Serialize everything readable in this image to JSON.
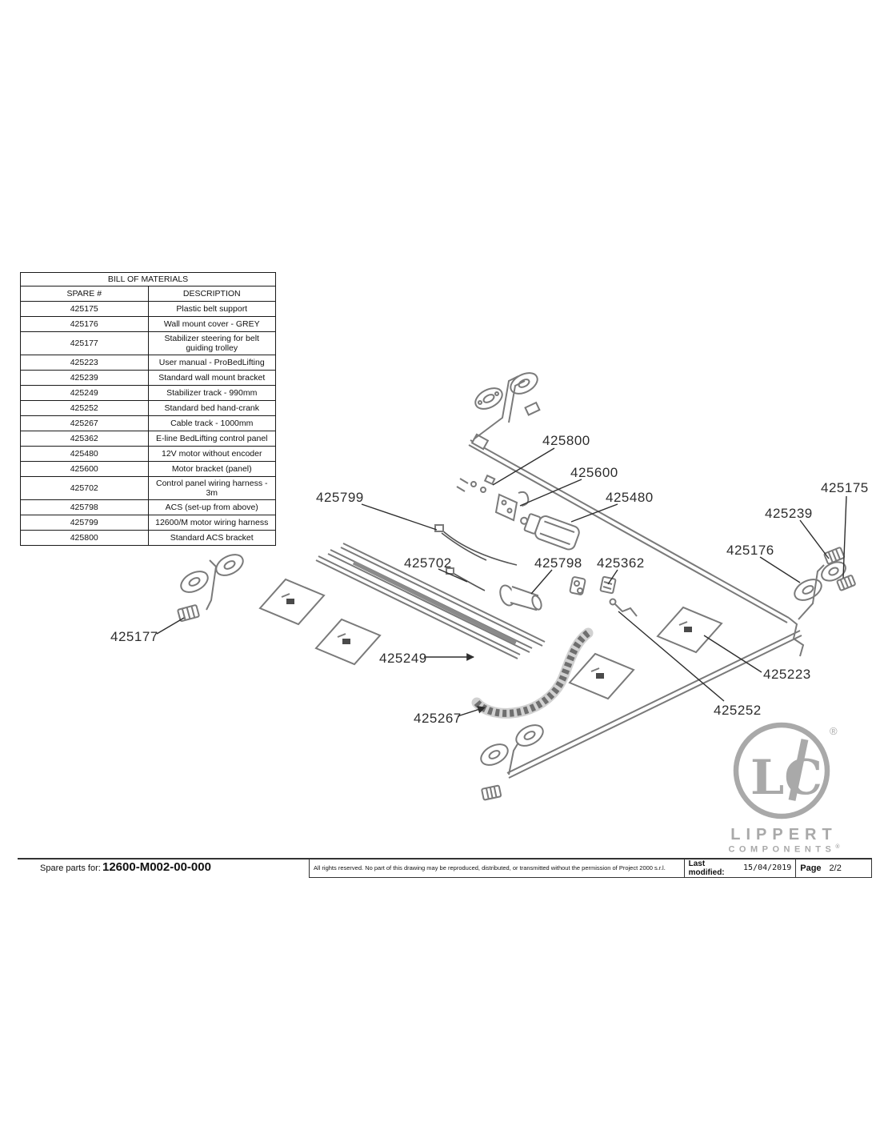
{
  "bom": {
    "title": "BILL OF MATERIALS",
    "headers": {
      "spare": "SPARE #",
      "desc": "DESCRIPTION"
    },
    "rows": [
      {
        "spare": "425175",
        "desc": "Plastic belt support"
      },
      {
        "spare": "425176",
        "desc": "Wall mount cover - GREY"
      },
      {
        "spare": "425177",
        "desc": "Stabilizer steering for belt guiding trolley"
      },
      {
        "spare": "425223",
        "desc": "User manual - ProBedLifting"
      },
      {
        "spare": "425239",
        "desc": "Standard wall mount bracket"
      },
      {
        "spare": "425249",
        "desc": "Stabilizer track - 990mm"
      },
      {
        "spare": "425252",
        "desc": "Standard bed hand-crank"
      },
      {
        "spare": "425267",
        "desc": "Cable track - 1000mm"
      },
      {
        "spare": "425362",
        "desc": "E-line BedLifting control panel"
      },
      {
        "spare": "425480",
        "desc": "12V motor without encoder"
      },
      {
        "spare": "425600",
        "desc": "Motor bracket (panel)"
      },
      {
        "spare": "425702",
        "desc": "Control panel wiring harness - 3m"
      },
      {
        "spare": "425798",
        "desc": "ACS (set-up from above)"
      },
      {
        "spare": "425799",
        "desc": "12600/M motor wiring harness"
      },
      {
        "spare": "425800",
        "desc": "Standard ACS bracket"
      }
    ]
  },
  "diagram": {
    "labels": [
      {
        "part": "425800",
        "text": "425800"
      },
      {
        "part": "425600",
        "text": "425600"
      },
      {
        "part": "425480",
        "text": "425480"
      },
      {
        "part": "425175",
        "text": "425175"
      },
      {
        "part": "425239",
        "text": "425239"
      },
      {
        "part": "425176",
        "text": "425176"
      },
      {
        "part": "425799",
        "text": "425799"
      },
      {
        "part": "425702",
        "text": "425702"
      },
      {
        "part": "425798",
        "text": "425798"
      },
      {
        "part": "425362",
        "text": "425362"
      },
      {
        "part": "425177",
        "text": "425177"
      },
      {
        "part": "425249",
        "text": "425249"
      },
      {
        "part": "425223",
        "text": "425223"
      },
      {
        "part": "425267",
        "text": "425267"
      },
      {
        "part": "425252",
        "text": "425252"
      }
    ]
  },
  "footer": {
    "spare_parts_label": "Spare parts for:",
    "part_number": "12600-M002-00-000",
    "rights": "All rights reserved. No part of this drawing may be reproduced, distributed, or transmitted without the permission of Project 2000 s.r.l.",
    "last_modified_label": "Last modified:",
    "last_modified_value": "15/04/2019",
    "page_label": "Page",
    "page_value": "2/2"
  },
  "logo": {
    "monogram": "LC",
    "registered": "®",
    "brand_line1": "LIPPERT",
    "brand_line2": "COMPONENTS"
  }
}
